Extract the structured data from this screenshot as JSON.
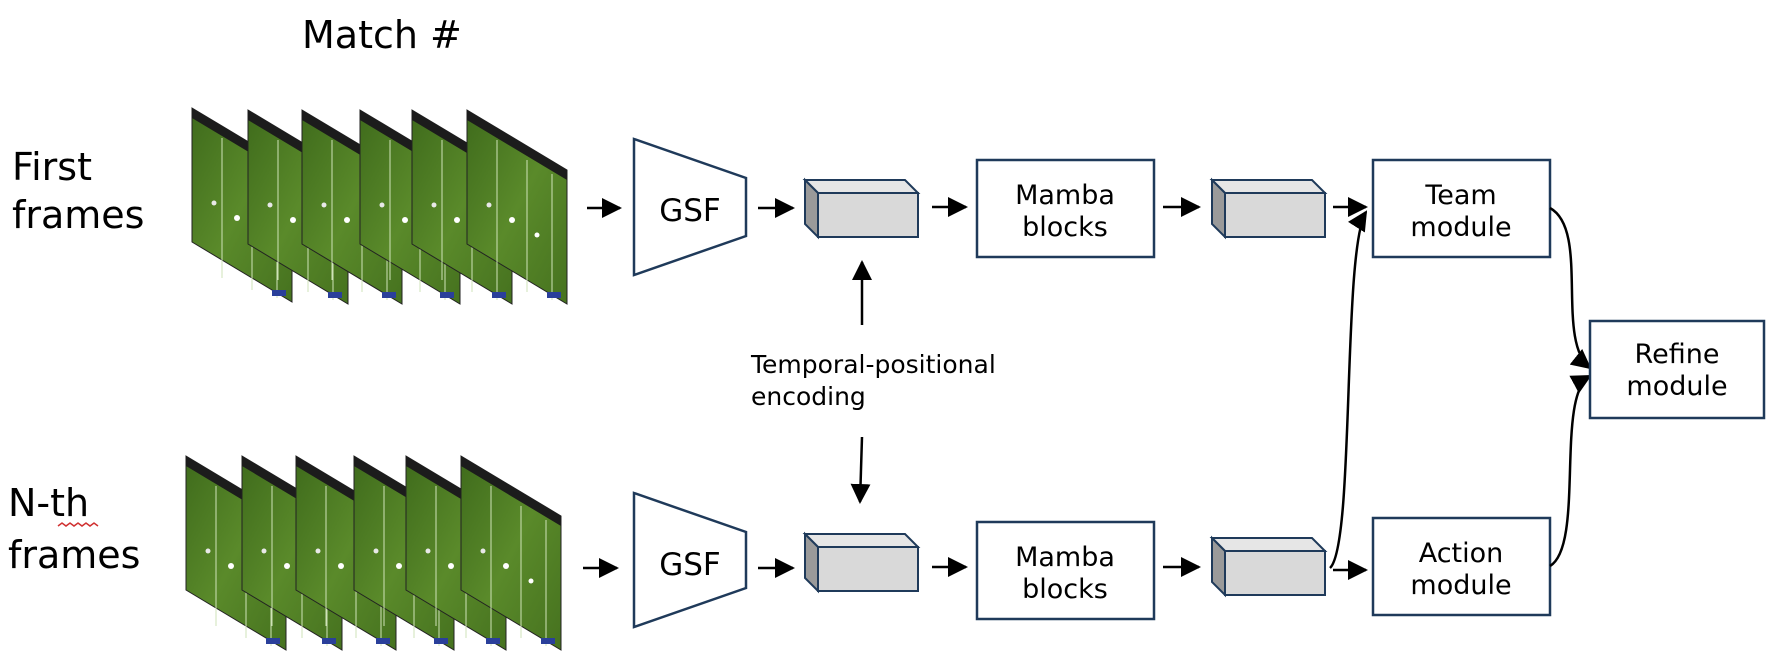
{
  "title": "Match #",
  "rows": {
    "first": {
      "line1": "First",
      "line2": "frames"
    },
    "nth": {
      "line1": "N-th",
      "line2": "frames"
    }
  },
  "gsf_label": "GSF",
  "mamba": {
    "line1": "Mamba",
    "line2": "blocks"
  },
  "encoding": {
    "line1": "Temporal-positional",
    "line2": "encoding"
  },
  "team": {
    "line1": "Team",
    "line2": "module"
  },
  "action": {
    "line1": "Action",
    "line2": "module"
  },
  "refine": {
    "line1": "Refine",
    "line2": "module"
  },
  "colors": {
    "field_green": "#4f7a22",
    "tensor_fill": "#d9d9d9",
    "stroke": "#1f3a5a"
  }
}
